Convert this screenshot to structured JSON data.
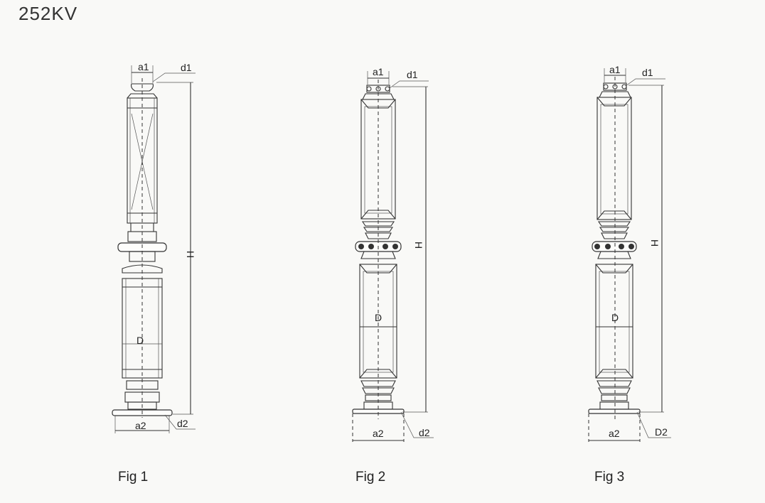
{
  "page": {
    "title": "252KV"
  },
  "figures": [
    {
      "caption": "Fig 1",
      "labels": {
        "a1": "a1",
        "d1": "d1",
        "H": "H",
        "D": "D",
        "a2": "a2",
        "d2": "d2"
      }
    },
    {
      "caption": "Fig 2",
      "labels": {
        "a1": "a1",
        "d1": "d1",
        "H": "H",
        "D": "D",
        "a2": "a2",
        "d2": "d2"
      }
    },
    {
      "caption": "Fig 3",
      "labels": {
        "a1": "a1",
        "d1": "d1",
        "H": "H",
        "D": "D",
        "a2": "a2",
        "d2": "D2"
      }
    }
  ]
}
